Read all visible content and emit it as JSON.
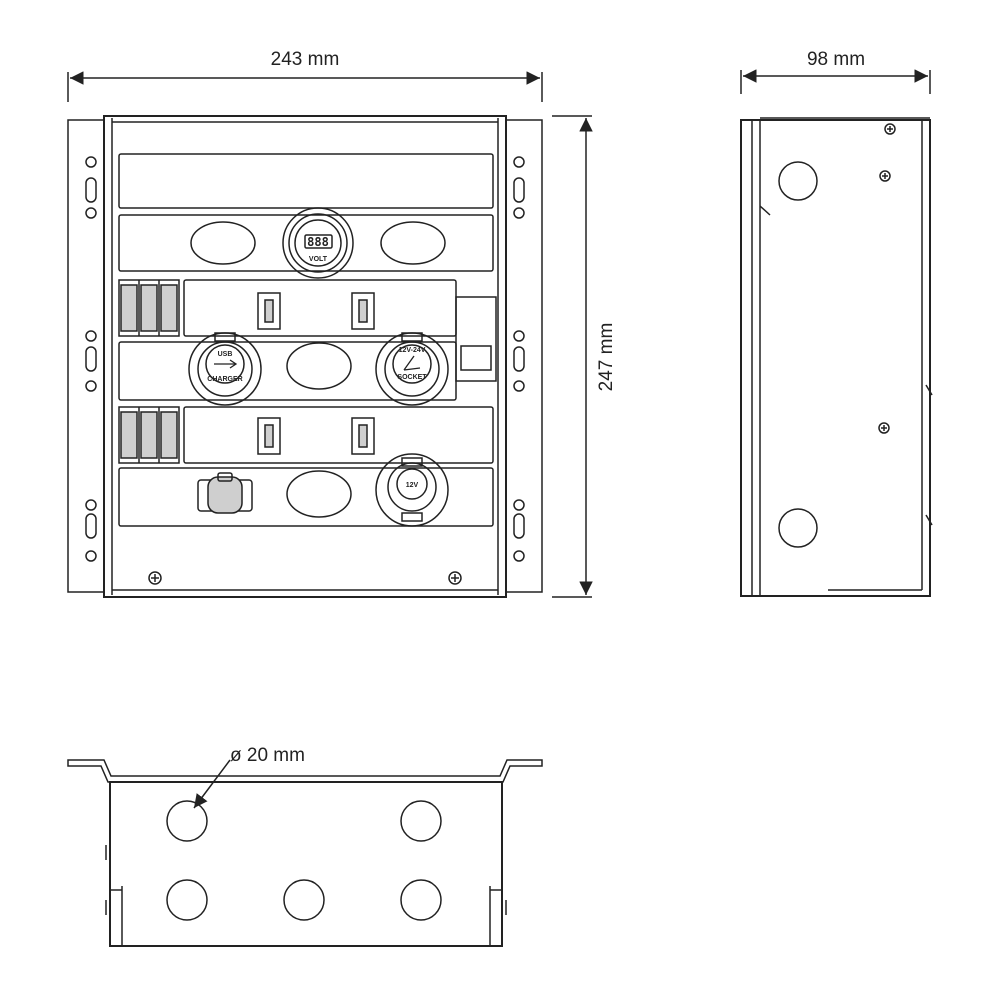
{
  "dimensions": {
    "width": "243 mm",
    "height": "247 mm",
    "depth": "98 mm",
    "hole_diameter": "ø 20 mm"
  },
  "panel_labels": {
    "usb": "USB",
    "usb_sub": "CHARGER",
    "socket_24": "12V-24V",
    "socket_24_sub": "SOCKET",
    "socket_12": "12V",
    "voltmeter": "888",
    "voltmeter_sub": "VOLT"
  },
  "colors": {
    "line": "#222222",
    "fill": "#ffffff",
    "shade": "#cfcfcf"
  }
}
